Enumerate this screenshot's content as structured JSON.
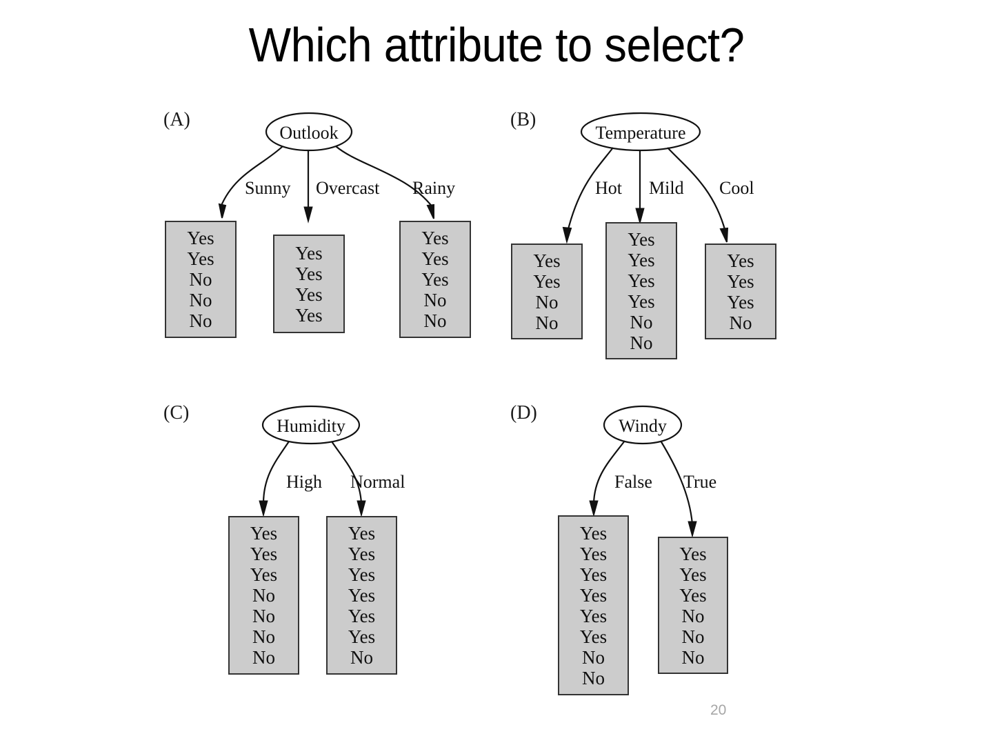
{
  "slide": {
    "title": "Which attribute to select?",
    "page_number": "20",
    "background_color": "#ffffff",
    "box_fill_color": "#cccccc",
    "box_border_color": "#333333",
    "page_number_color": "#a6a6a6"
  },
  "panels": [
    {
      "tag": "(A)",
      "root": "Outlook",
      "branches": [
        {
          "label": "Sunny",
          "values": [
            "Yes",
            "Yes",
            "No",
            "No",
            "No"
          ]
        },
        {
          "label": "Overcast",
          "values": [
            "Yes",
            "Yes",
            "Yes",
            "Yes"
          ]
        },
        {
          "label": "Rainy",
          "values": [
            "Yes",
            "Yes",
            "Yes",
            "No",
            "No"
          ]
        }
      ]
    },
    {
      "tag": "(B)",
      "root": "Temperature",
      "branches": [
        {
          "label": "Hot",
          "values": [
            "Yes",
            "Yes",
            "No",
            "No"
          ]
        },
        {
          "label": "Mild",
          "values": [
            "Yes",
            "Yes",
            "Yes",
            "Yes",
            "No",
            "No"
          ]
        },
        {
          "label": "Cool",
          "values": [
            "Yes",
            "Yes",
            "Yes",
            "No"
          ]
        }
      ]
    },
    {
      "tag": "(C)",
      "root": "Humidity",
      "branches": [
        {
          "label": "High",
          "values": [
            "Yes",
            "Yes",
            "Yes",
            "No",
            "No",
            "No",
            "No"
          ]
        },
        {
          "label": "Normal",
          "values": [
            "Yes",
            "Yes",
            "Yes",
            "Yes",
            "Yes",
            "Yes",
            "No"
          ]
        }
      ]
    },
    {
      "tag": "(D)",
      "root": "Windy",
      "branches": [
        {
          "label": "False",
          "values": [
            "Yes",
            "Yes",
            "Yes",
            "Yes",
            "Yes",
            "Yes",
            "No",
            "No"
          ]
        },
        {
          "label": "True",
          "values": [
            "Yes",
            "Yes",
            "Yes",
            "No",
            "No",
            "No"
          ]
        }
      ]
    }
  ]
}
